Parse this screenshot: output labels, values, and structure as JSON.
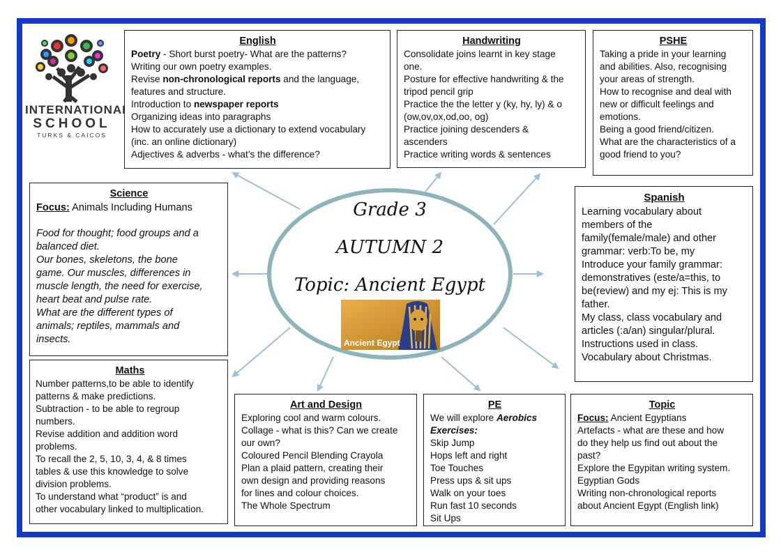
{
  "logo": {
    "line1": "INTERNATIONAL",
    "line2": "SCHOOL",
    "line3": "TURKS & CAICOS"
  },
  "center": {
    "grade": "Grade 3",
    "term": "AUTUMN 2",
    "topic": "Topic: Ancient Egypt",
    "image_caption": "Ancient Egypt"
  },
  "english": {
    "title": "English",
    "l1_bold": "Poetry",
    "l1_rest": " - Short burst poetry- What are the patterns?",
    "l2": "Writing our own poetry examples.",
    "l3_pre": "Revise ",
    "l3_bold": "non-chronological reports",
    "l3_post": " and the language,",
    "l4": "features and structure.",
    "l5_pre": "Introduction to ",
    "l5_bold": "newspaper reports",
    "l6": "Organizing ideas into paragraphs",
    "l7": "How to accurately use a dictionary to extend vocabulary",
    "l8": "(inc. an online dictionary)",
    "l9": "Adjectives & adverbs - what’s the difference?"
  },
  "handwriting": {
    "title": "Handwriting",
    "lines": [
      "Consolidate joins learnt in key stage",
      "one.",
      "Posture for effective handwriting & the",
      "tripod pencil grip",
      "Practice the the letter y (ky, hy, ly)  & o",
      "(ow,ov,ox,od,oo, og)",
      "Practice joining descenders &",
      "ascenders",
      "Practice writing words & sentences"
    ]
  },
  "pshe": {
    "title": "PSHE",
    "lines": [
      "Taking a pride in your learning",
      "and abilities. Also, recognising",
      "your areas of strength.",
      "How to recognise and deal with",
      "new or difficult  feelings and",
      "emotions.",
      "Being a good friend/citizen.",
      "What are the characteristics of a",
      "good friend to you?"
    ]
  },
  "science": {
    "title": "Science",
    "focus_label": "Focus:",
    "focus_text": " Animals Including Humans",
    "lines": [
      "Food for thought; food groups and a",
      "balanced diet.",
      "Our bones, skeletons, the bone",
      "game. Our muscles, differences in",
      "muscle length, the need for exercise,",
      "heart beat and pulse rate.",
      "What are the different types of",
      "animals; reptiles, mammals and",
      "insects."
    ]
  },
  "spanish": {
    "title": "Spanish",
    "lines": [
      "Learning vocabulary about",
      "members of the",
      "family(female/male) and other",
      "grammar: verb:To be, my",
      "Introduce your family grammar:",
      "demonstratives (este/a=this, to",
      "be(review) and my ej: This is my",
      "father.",
      "My class, class vocabulary and",
      "articles (:a/an) singular/plural.",
      "Instructions  used  in class.",
      "Vocabulary about Christmas."
    ]
  },
  "maths": {
    "title": "Maths",
    "lines": [
      "Number patterns,to be able to identify",
      "patterns & make predictions.",
      "Subtraction - to be able to regroup",
      "numbers.",
      "Revise addition and addition word",
      "problems.",
      "To recall the 2, 5, 10, 3, 4, & 8 times",
      "tables & use this knowledge to solve",
      "division problems.",
      "To understand what “product” is and",
      "other vocabulary linked to multiplication."
    ]
  },
  "art": {
    "title": "Art and Design",
    "lines": [
      "Exploring cool and warm colours.",
      "Collage - what is this? Can we create",
      "our own?",
      "Coloured Pencil Blending Crayola",
      "Plan a plaid pattern, creating their",
      "own design and providing reasons",
      "for lines and colour choices.",
      "The Whole Spectrum"
    ]
  },
  "pe": {
    "title": "PE",
    "intro": "We will explore ",
    "intro_bold": "Aerobics",
    "exercises_label": "Exercises:",
    "lines": [
      "Skip Jump",
      "Hops left and right",
      "Toe Touches",
      "Press ups & sit ups",
      "Walk on your toes",
      "Run fast 10 seconds",
      "Sit Ups"
    ]
  },
  "topic": {
    "title": "Topic",
    "focus_label": "Focus:",
    "focus_text": " Ancient Egyptians",
    "lines": [
      "Artefacts - what are these and how",
      "do they help us find out about the",
      "past?",
      "Explore the Egypitan writing system.",
      "Egyptian Gods",
      "Writing non-chronological reports",
      "about Ancient Egypt (English link)"
    ]
  },
  "colors": {
    "frame": "#1538c8",
    "arrow": "#9cc0dc",
    "oval": "#8eb3bb"
  }
}
